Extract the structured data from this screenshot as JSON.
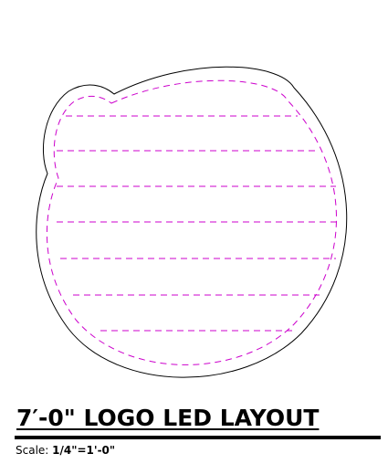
{
  "title": "7′-0\" LOGO LED LAYOUT",
  "scale": {
    "label": "Scale:",
    "value": "1/4\"=1'-0\""
  },
  "colors": {
    "outline": "#000000",
    "led_path": "#cc00cc"
  }
}
